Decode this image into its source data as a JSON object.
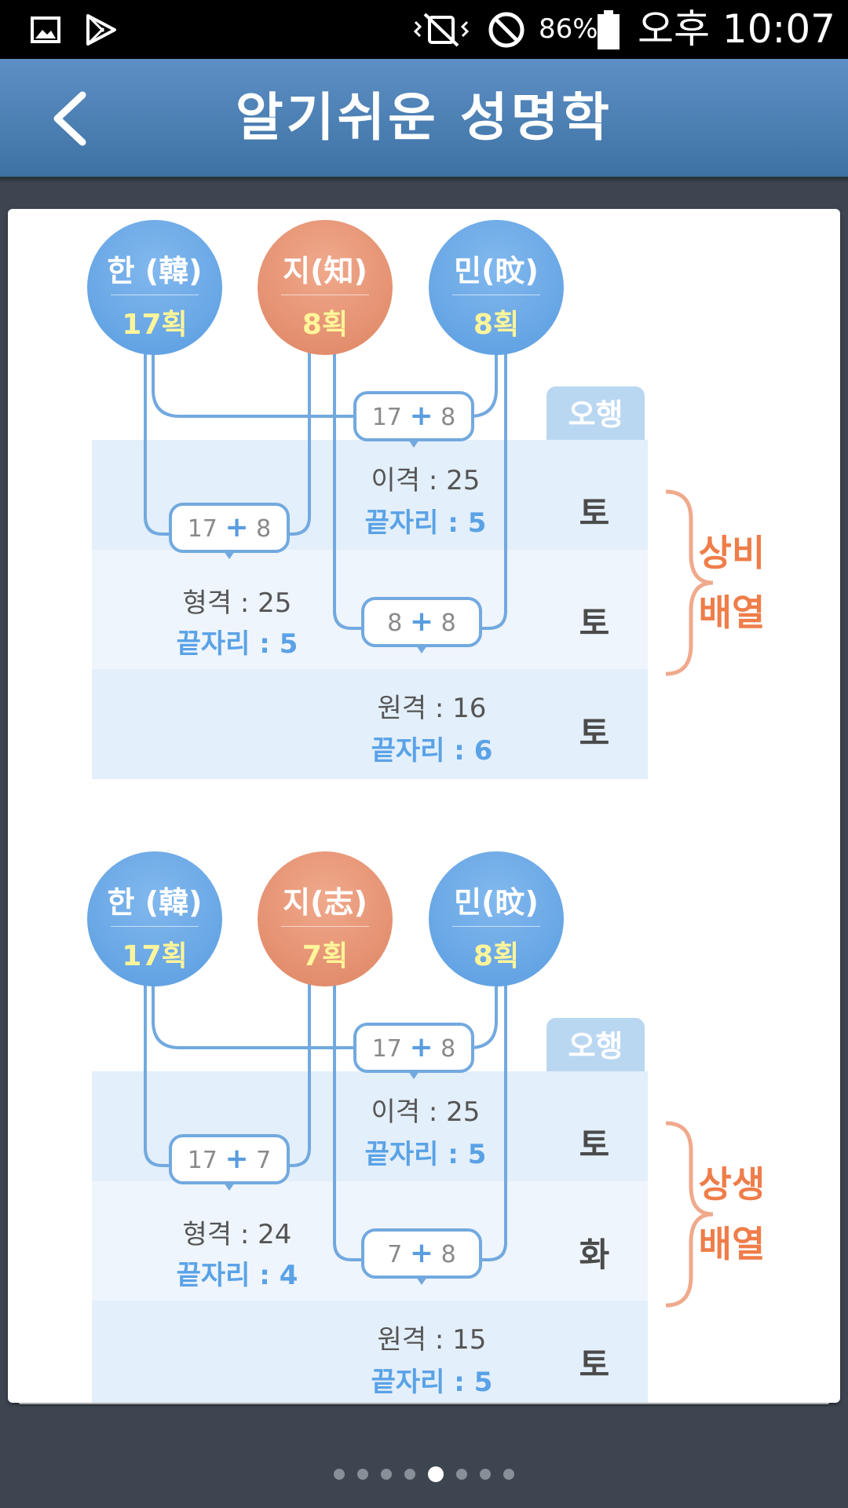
{
  "status_bar": {
    "battery": "86%",
    "time": "오후 10:07"
  },
  "header": {
    "title": "알기쉬운 성명학"
  },
  "ohang_label": "오행",
  "panels": [
    {
      "chars": [
        {
          "name": "한 (韓)",
          "strokes": "17획",
          "color": "blue"
        },
        {
          "name": "지(知)",
          "strokes": "8획",
          "color": "orange"
        },
        {
          "name": "민(旼)",
          "strokes": "8획",
          "color": "blue"
        }
      ],
      "sums": {
        "top": [
          "17",
          "8"
        ],
        "left": [
          "17",
          "8"
        ],
        "mid": [
          "8",
          "8"
        ]
      },
      "igyeok": {
        "label": "이격 : 25",
        "kkeut": "끝자리 : 5"
      },
      "hyeonggyeok": {
        "label": "형격 : 25",
        "kkeut": "끝자리 : 5"
      },
      "wongyeok": {
        "label": "원격 : 16",
        "kkeut": "끝자리 : 6"
      },
      "elements": [
        "토",
        "토",
        "토"
      ],
      "arrangement": [
        "상비",
        "배열"
      ]
    },
    {
      "chars": [
        {
          "name": "한 (韓)",
          "strokes": "17획",
          "color": "blue"
        },
        {
          "name": "지(志)",
          "strokes": "7획",
          "color": "orange"
        },
        {
          "name": "민(旼)",
          "strokes": "8획",
          "color": "blue"
        }
      ],
      "sums": {
        "top": [
          "17",
          "8"
        ],
        "left": [
          "17",
          "7"
        ],
        "mid": [
          "7",
          "8"
        ]
      },
      "igyeok": {
        "label": "이격 : 25",
        "kkeut": "끝자리 : 5"
      },
      "hyeonggyeok": {
        "label": "형격 : 24",
        "kkeut": "끝자리 : 4"
      },
      "wongyeok": {
        "label": "원격 : 15",
        "kkeut": "끝자리 : 5"
      },
      "elements": [
        "토",
        "화",
        "토"
      ],
      "arrangement": [
        "상생",
        "배열"
      ]
    }
  ],
  "pager": {
    "count": 8,
    "active_index": 4
  },
  "colors": {
    "header_top": "#5d8fc4",
    "header_bottom": "#3e72a4",
    "background": "#3d4550",
    "circle_blue": "#5a9de0",
    "circle_orange": "#de8563",
    "line": "#72a9df",
    "row_dark": "#e3effa",
    "row_light": "#eef5fc",
    "accent_orange": "#ef7d4a",
    "kkeut_text": "#5aa2e6"
  }
}
